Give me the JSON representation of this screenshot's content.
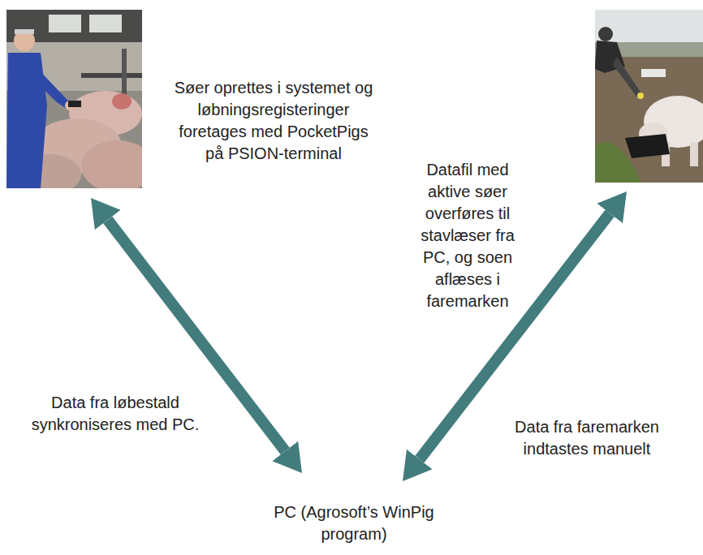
{
  "diagram": {
    "labels": [
      "Søer oprettes i systemet og løbningsregisteringer foretages med PocketPigs på PSION-terminal",
      "Datafil med aktive søer overføres til stavlæser fra PC, og soen aflæses i faremarken",
      "Data fra løbestald synkroniseres med PC.",
      "Data fra faremarken indtastes manuelt",
      "PC (Agrosoft’s WinPig program)"
    ]
  }
}
